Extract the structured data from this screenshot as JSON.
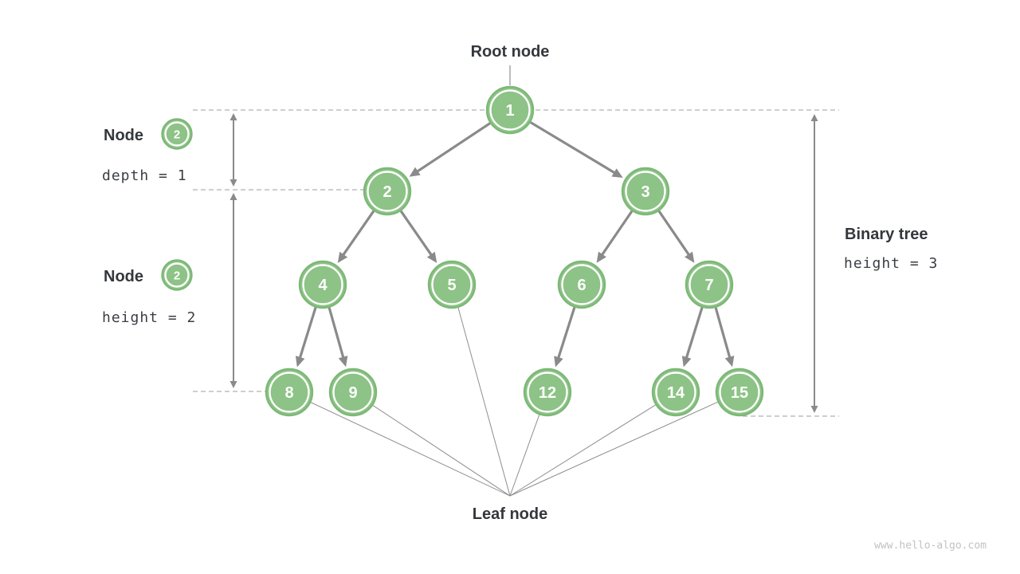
{
  "figure": {
    "title": "Binary tree terminology diagram"
  },
  "labels": {
    "root_node": "Root node",
    "leaf_node": "Leaf node",
    "legend_depth_title": "Node",
    "legend_depth_badge": "2",
    "legend_depth_value": "depth = 1",
    "legend_height_title": "Node",
    "legend_height_badge": "2",
    "legend_height_value": "height = 2",
    "tree_title": "Binary tree",
    "tree_height_value": "height = 3",
    "watermark": "www.hello-algo.com"
  },
  "colors": {
    "node_fill": "#8DC386",
    "node_stroke": "#7CB877",
    "edge": "#8A8A8A",
    "thin_line": "#8E8E8E",
    "dashed": "#9C9C9C",
    "text_dark": "#34383D",
    "text_mono": "#3A3E44",
    "watermark": "#C2C2C2"
  },
  "tree": {
    "nodes": [
      {
        "id": "1",
        "value": "1"
      },
      {
        "id": "2",
        "value": "2"
      },
      {
        "id": "3",
        "value": "3"
      },
      {
        "id": "4",
        "value": "4"
      },
      {
        "id": "5",
        "value": "5"
      },
      {
        "id": "6",
        "value": "6"
      },
      {
        "id": "7",
        "value": "7"
      },
      {
        "id": "8",
        "value": "8"
      },
      {
        "id": "9",
        "value": "9"
      },
      {
        "id": "12",
        "value": "12"
      },
      {
        "id": "14",
        "value": "14"
      },
      {
        "id": "15",
        "value": "15"
      }
    ],
    "edges": [
      [
        "1",
        "2"
      ],
      [
        "1",
        "3"
      ],
      [
        "2",
        "4"
      ],
      [
        "2",
        "5"
      ],
      [
        "3",
        "6"
      ],
      [
        "3",
        "7"
      ],
      [
        "4",
        "8"
      ],
      [
        "4",
        "9"
      ],
      [
        "6",
        "12"
      ],
      [
        "7",
        "14"
      ],
      [
        "7",
        "15"
      ]
    ],
    "leaves": [
      "8",
      "9",
      "5",
      "12",
      "14",
      "15"
    ]
  }
}
